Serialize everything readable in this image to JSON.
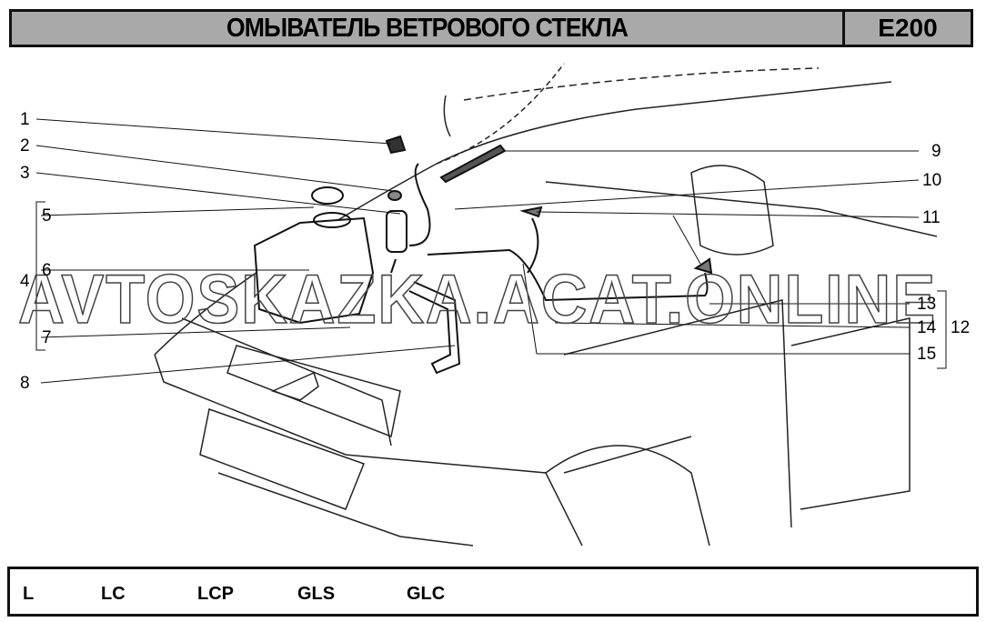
{
  "header": {
    "title": "ОМЫВАТЕЛЬ ВЕТРОВОГО СТЕКЛА",
    "code": "E200"
  },
  "callouts": {
    "c1": "1",
    "c2": "2",
    "c3": "3",
    "c4": "4",
    "c5": "5",
    "c6": "6",
    "c7": "7",
    "c8": "8",
    "c9": "9",
    "c10": "10",
    "c11": "11",
    "c12": "12",
    "c13": "13",
    "c14": "14",
    "c15": "15"
  },
  "watermark": "AVTOSKAZKA.ACAT.ONLINE",
  "footer": {
    "variants": [
      "L",
      "LC",
      "LCP",
      "GLS",
      "GLC"
    ]
  }
}
